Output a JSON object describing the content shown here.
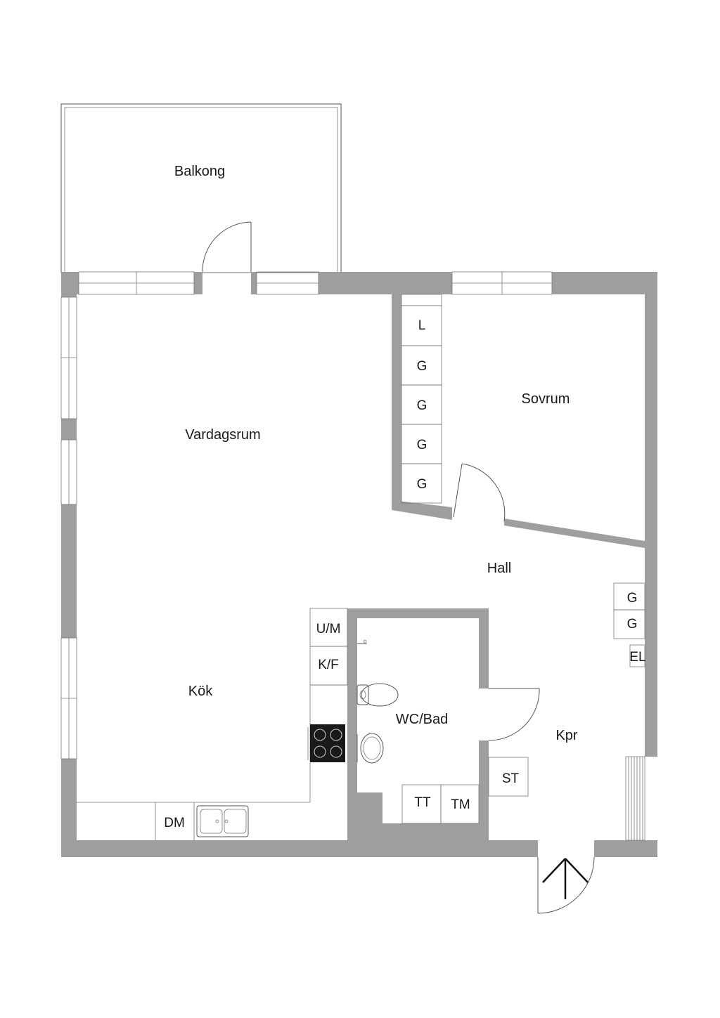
{
  "rooms": {
    "balkong": "Balkong",
    "vardagsrum": "Vardagsrum",
    "sovrum": "Sovrum",
    "hall": "Hall",
    "kok": "Kök",
    "wc_bad": "WC/Bad",
    "kpr": "Kpr"
  },
  "closet": {
    "l": "L",
    "g1": "G",
    "g2": "G",
    "g3": "G",
    "g4": "G"
  },
  "hall_closet": {
    "g1": "G",
    "g2": "G",
    "el": "EL"
  },
  "kitchen": {
    "um": "U/M",
    "kf": "K/F",
    "dm": "DM"
  },
  "bathroom": {
    "tt": "TT",
    "tm": "TM",
    "st": "ST"
  },
  "colors": {
    "wall": "#9e9e9e",
    "stove": "#1a1a1a",
    "background": "#ffffff"
  }
}
